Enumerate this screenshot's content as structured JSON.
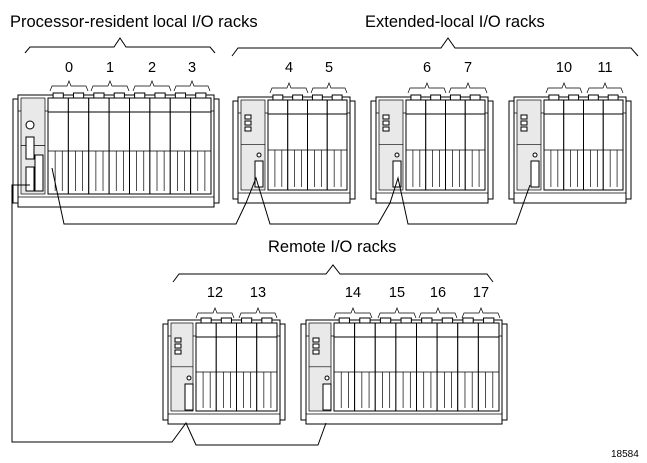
{
  "groups": {
    "processor_resident": "Processor-resident local I/O racks",
    "extended_local": "Extended-local I/O racks",
    "remote": "Remote I/O racks"
  },
  "rack_numbers": [
    "0",
    "1",
    "2",
    "3",
    "4",
    "5",
    "6",
    "7",
    "10",
    "11",
    "12",
    "13",
    "14",
    "15",
    "16",
    "17"
  ],
  "figure_number": "18584"
}
